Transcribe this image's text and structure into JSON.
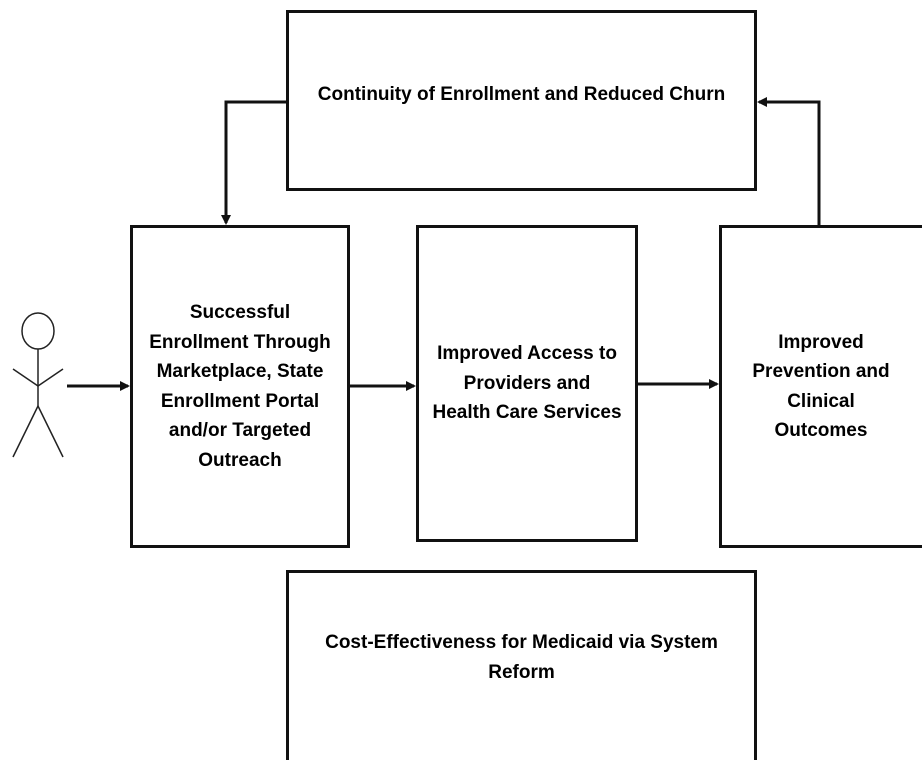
{
  "diagram": {
    "boxes": {
      "continuity": "Continuity of Enrollment and Reduced Churn",
      "enrollment": "Successful\nEnrollment Through\nMarketplace, State\nEnrollment Portal\nand/or Targeted\nOutreach",
      "access": "Improved Access to\nProviders and\nHealth Care Services",
      "outcomes": "Improved\nPrevention and\nClinical\nOutcomes",
      "cost": "Cost-Effectiveness for Medicaid via System\nReform"
    },
    "icons": {
      "person": "stick-figure-icon"
    },
    "colors": {
      "stroke": "#111111",
      "background": "#ffffff"
    }
  }
}
